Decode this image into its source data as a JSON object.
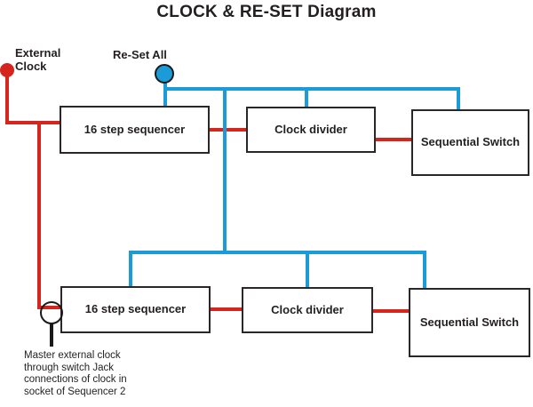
{
  "title": "CLOCK & RE-SET Diagram",
  "colors": {
    "wire-red": "#d5251d",
    "wire-blue": "#1b9cd8",
    "ink": "#231f20"
  },
  "legend": {
    "external_clock": "External\nClock",
    "reset_all": "Re-Set All"
  },
  "rows": [
    {
      "sequencer": "16 step sequencer",
      "divider": "Clock divider",
      "switch": "Sequential Switch"
    },
    {
      "sequencer": "16 step sequencer",
      "divider": "Clock divider",
      "switch": "Sequential Switch"
    }
  ],
  "caption": "Master external clock\nthrough switch Jack\nconnections of clock in\nsocket of Sequencer 2"
}
